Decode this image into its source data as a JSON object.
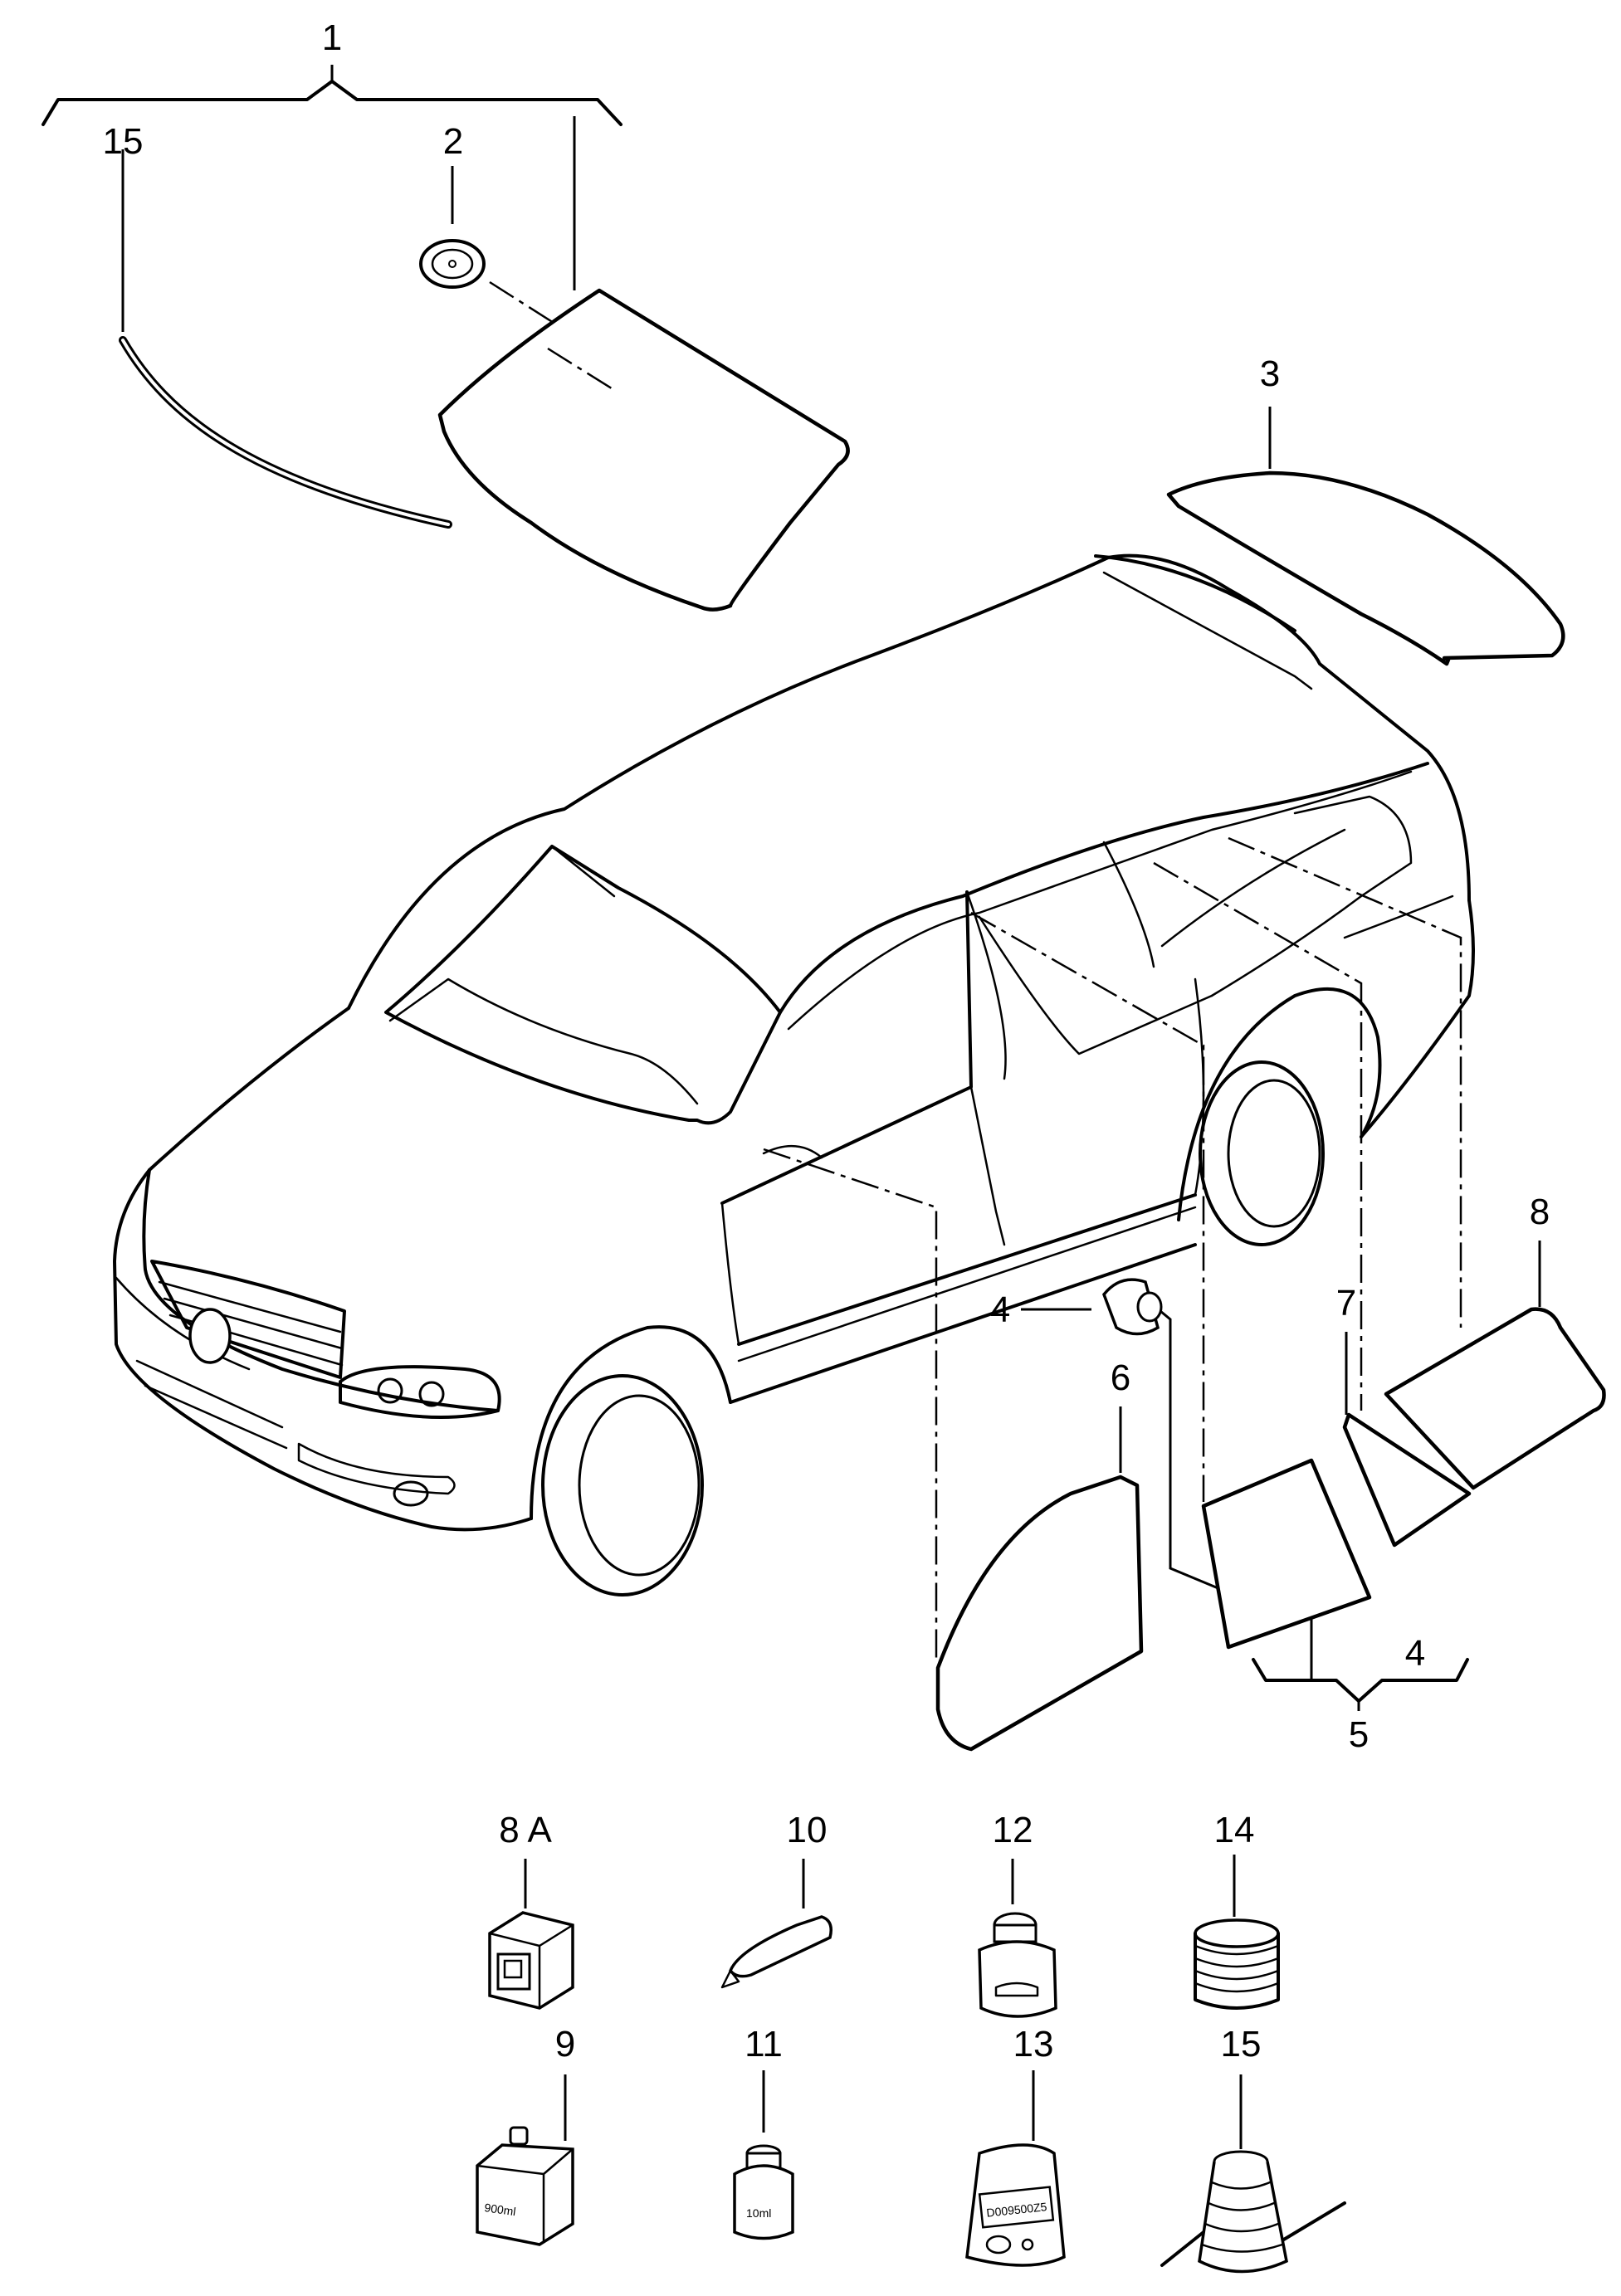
{
  "callouts": {
    "c1": "1",
    "c15_top": "15",
    "c2": "2",
    "c3": "3",
    "c4_mid": "4",
    "c6": "6",
    "c7": "7",
    "c8": "8",
    "c4_bottom": "4",
    "c5": "5",
    "c8a": "8 A",
    "c10": "10",
    "c12": "12",
    "c14": "14",
    "c9": "9",
    "c11": "11",
    "c13": "13",
    "c15_bottom": "15"
  },
  "product_text": {
    "bottle_9": "900ml",
    "bottle_11": "10ml",
    "bag_13": "D009500Z5"
  }
}
